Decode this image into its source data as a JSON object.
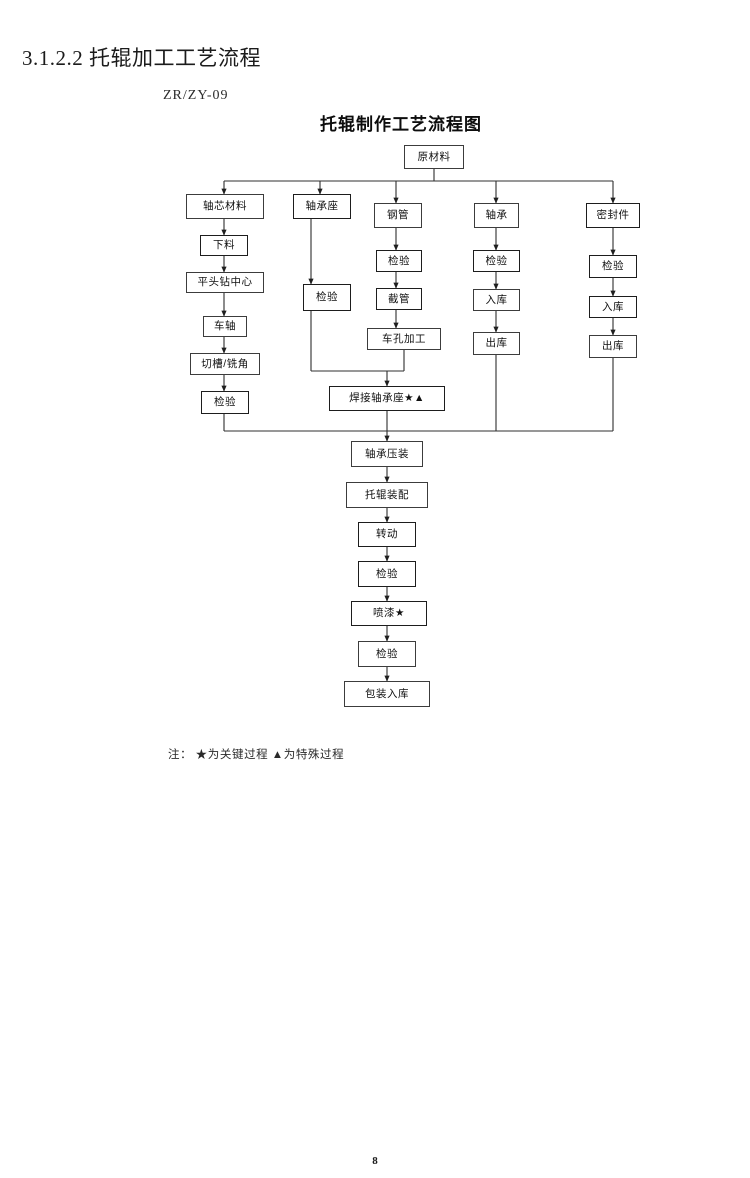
{
  "document": {
    "section_heading": "3.1.2.2 托辊加工工艺流程",
    "doc_code": "ZR/ZY-09",
    "page_number": "8"
  },
  "flowchart": {
    "title": "托辊制作工艺流程图",
    "footnote": "注： ★为关键过程   ▲为特殊过程",
    "legend": {
      "key_process_symbol": "★",
      "key_process_label": "为关键过程",
      "special_process_symbol": "▲",
      "special_process_label": "为特殊过程"
    },
    "root": {
      "id": "raw-material",
      "label": "原材料"
    },
    "branches": [
      {
        "name": "shaft-core",
        "nodes": [
          {
            "id": "shaft-core-material",
            "label": "轴芯材料"
          },
          {
            "id": "blanking",
            "label": "下料"
          },
          {
            "id": "facing-centering",
            "label": "平头钻中心"
          },
          {
            "id": "shaft-turning",
            "label": "车轴"
          },
          {
            "id": "grooving-milling",
            "label": "切槽/铣角"
          },
          {
            "id": "shaft-inspection",
            "label": "检验"
          }
        ]
      },
      {
        "name": "bearing-seat",
        "nodes": [
          {
            "id": "bearing-seat",
            "label": "轴承座"
          },
          {
            "id": "bearing-seat-inspection",
            "label": "检验"
          }
        ]
      },
      {
        "name": "steel-pipe",
        "nodes": [
          {
            "id": "steel-pipe",
            "label": "钢管"
          },
          {
            "id": "pipe-inspection",
            "label": "检验"
          },
          {
            "id": "pipe-cutting",
            "label": "截管"
          },
          {
            "id": "bore-machining",
            "label": "车孔加工"
          }
        ]
      },
      {
        "name": "bearing",
        "nodes": [
          {
            "id": "bearing",
            "label": "轴承"
          },
          {
            "id": "bearing-inspection",
            "label": "检验"
          },
          {
            "id": "bearing-instorage",
            "label": "入库"
          },
          {
            "id": "bearing-outstorage",
            "label": "出库"
          }
        ]
      },
      {
        "name": "seal-parts",
        "nodes": [
          {
            "id": "seal-parts",
            "label": "密封件"
          },
          {
            "id": "seal-inspection",
            "label": "检验"
          },
          {
            "id": "seal-instorage",
            "label": "入库"
          },
          {
            "id": "seal-outstorage",
            "label": "出库"
          }
        ]
      }
    ],
    "weld_node": {
      "id": "weld-bearing-seat",
      "label": "焊接轴承座★▲"
    },
    "main_line": [
      {
        "id": "bearing-press",
        "label": "轴承压装"
      },
      {
        "id": "idler-assembly",
        "label": "托辊装配"
      },
      {
        "id": "rotation-test",
        "label": "转动"
      },
      {
        "id": "assembly-inspection",
        "label": "检验"
      },
      {
        "id": "painting",
        "label": "喷漆★"
      },
      {
        "id": "paint-inspection",
        "label": "检验"
      },
      {
        "id": "packing-storage",
        "label": "包装入库"
      }
    ]
  }
}
